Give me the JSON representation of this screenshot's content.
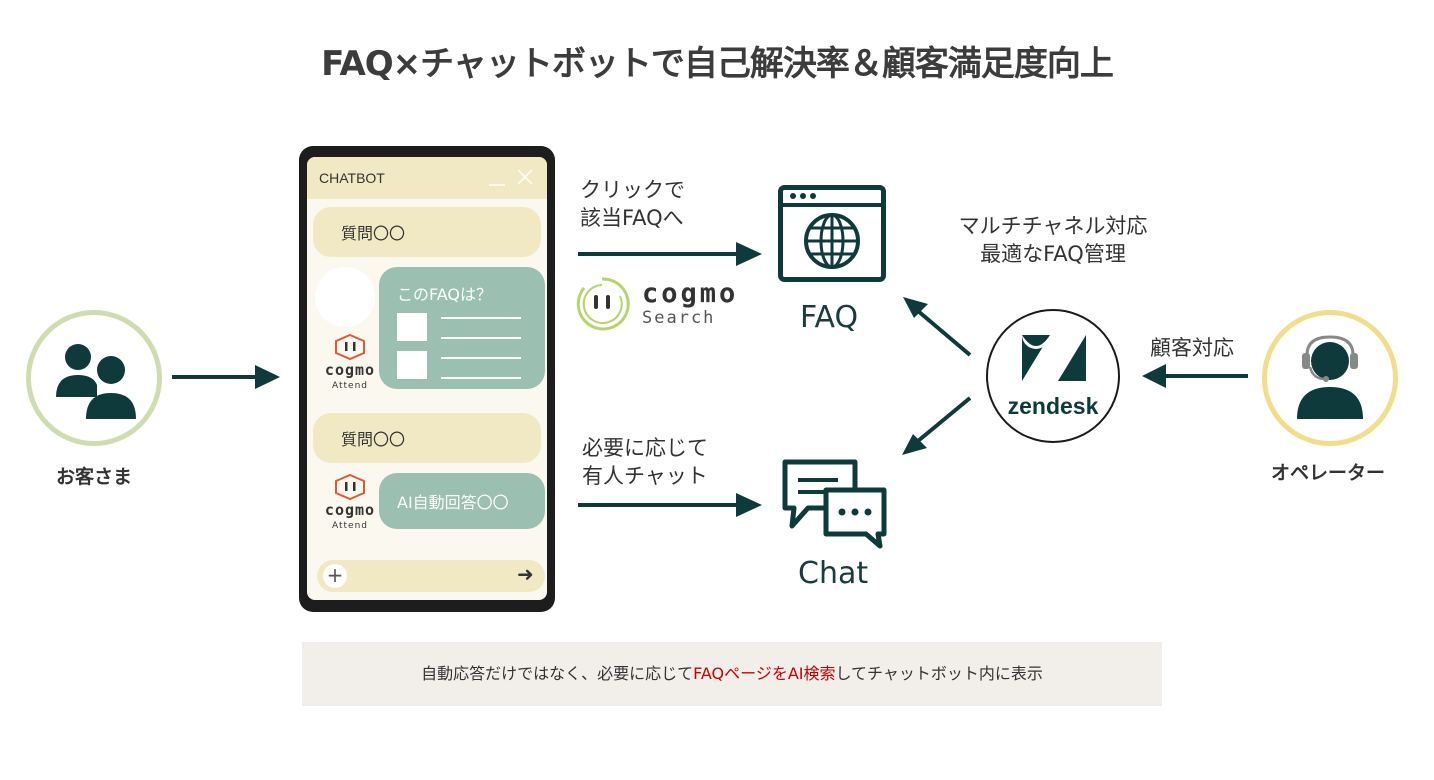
{
  "title": "FAQ×チャットボットで自己解決率＆顧客満足度向上",
  "customer": {
    "label": "お客さま"
  },
  "operator": {
    "label": "オペレーター"
  },
  "chatbot": {
    "header_title": "CHATBOT",
    "question1": "質問〇〇",
    "answer1": "このFAQは？",
    "question2": "質問〇〇",
    "answer2": "AI自動回答〇〇",
    "bot_brand": "cogmo",
    "bot_subbrand": "Attend"
  },
  "faq_flow": {
    "line1": "クリックで",
    "line2": "該当FAQへ"
  },
  "chat_flow": {
    "line1": "必要に応じて",
    "line2": "有人チャット"
  },
  "search_brand": {
    "name": "cogmo",
    "sub": "Search"
  },
  "faq": {
    "label": "FAQ"
  },
  "chat": {
    "label": "Chat"
  },
  "multichannel": {
    "line1": "マルチチャネル対応",
    "line2": "最適なFAQ管理"
  },
  "zendesk": {
    "name": "zendesk"
  },
  "operator_action": {
    "label": "顧客対応"
  },
  "note": {
    "part1": "自動応答だけではなく、必要に応じて",
    "highlight": "FAQページをAI検索",
    "part2": "してチャットボット内に表示"
  },
  "colors": {
    "dark_teal": "#0e3a3b",
    "green_ring": "#cfdcb0",
    "yellow_ring": "#f2dd8a",
    "bubble_question": "#f1e8c4",
    "bubble_answer": "#9bbfb1",
    "highlight_red": "#c80000",
    "cogmo_orange": "#e5553a",
    "cogmo_green": "#b7d36b"
  },
  "icons": [
    "customers-icon",
    "operator-headset-icon",
    "globe-browser-icon",
    "chat-bubbles-icon",
    "zendesk-logo-icon",
    "cogmo-robot-icon",
    "cogmo-search-logo-icon",
    "plus-icon",
    "send-arrow-icon",
    "minimize-icon",
    "close-icon"
  ]
}
